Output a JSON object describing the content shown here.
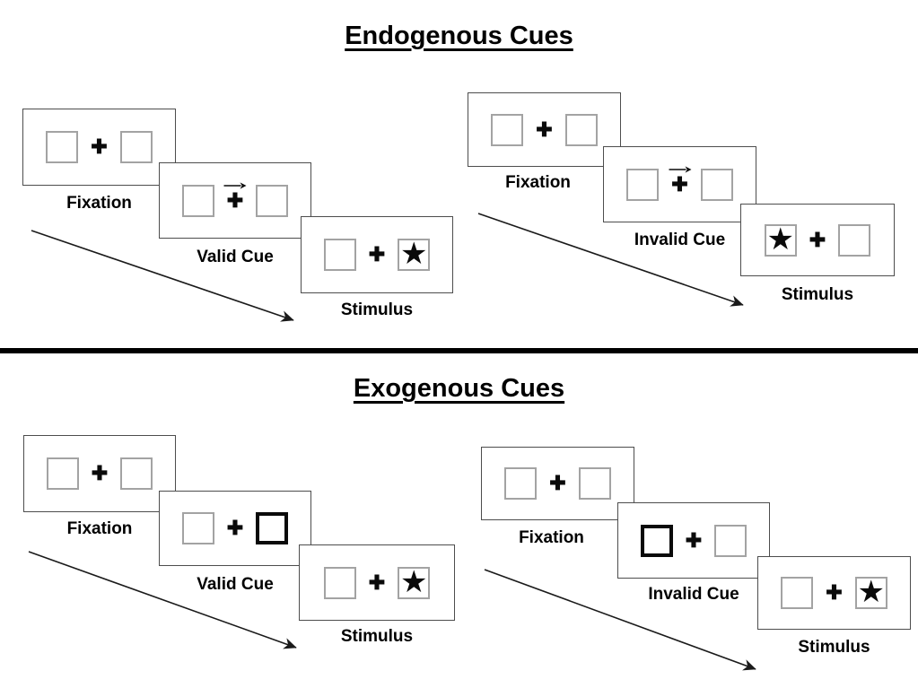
{
  "titles": {
    "endogenous": "Endogenous Cues",
    "exogenous": "Exogenous Cues"
  },
  "symbols": {
    "fixation_cross": "✚",
    "target_star": "★"
  },
  "colors": {
    "panel_border": "#4d4d4d",
    "box_border": "#a3a3a3",
    "emphasis_border": "#0a0a0a",
    "text": "#000000",
    "divider": "#000000"
  },
  "endogenous": {
    "valid": {
      "fixation_label": "Fixation",
      "cue_label": "Valid Cue",
      "stimulus_label": "Stimulus",
      "cue_type": "central-arrow-right",
      "target_side": "right"
    },
    "invalid": {
      "fixation_label": "Fixation",
      "cue_label": "Invalid Cue",
      "stimulus_label": "Stimulus",
      "cue_type": "central-arrow-right",
      "target_side": "left"
    }
  },
  "exogenous": {
    "valid": {
      "fixation_label": "Fixation",
      "cue_label": "Valid Cue",
      "stimulus_label": "Stimulus",
      "cue_type": "peripheral-highlight-right",
      "target_side": "right"
    },
    "invalid": {
      "fixation_label": "Fixation",
      "cue_label": "Invalid Cue",
      "stimulus_label": "Stimulus",
      "cue_type": "peripheral-highlight-left",
      "target_side": "right"
    }
  }
}
